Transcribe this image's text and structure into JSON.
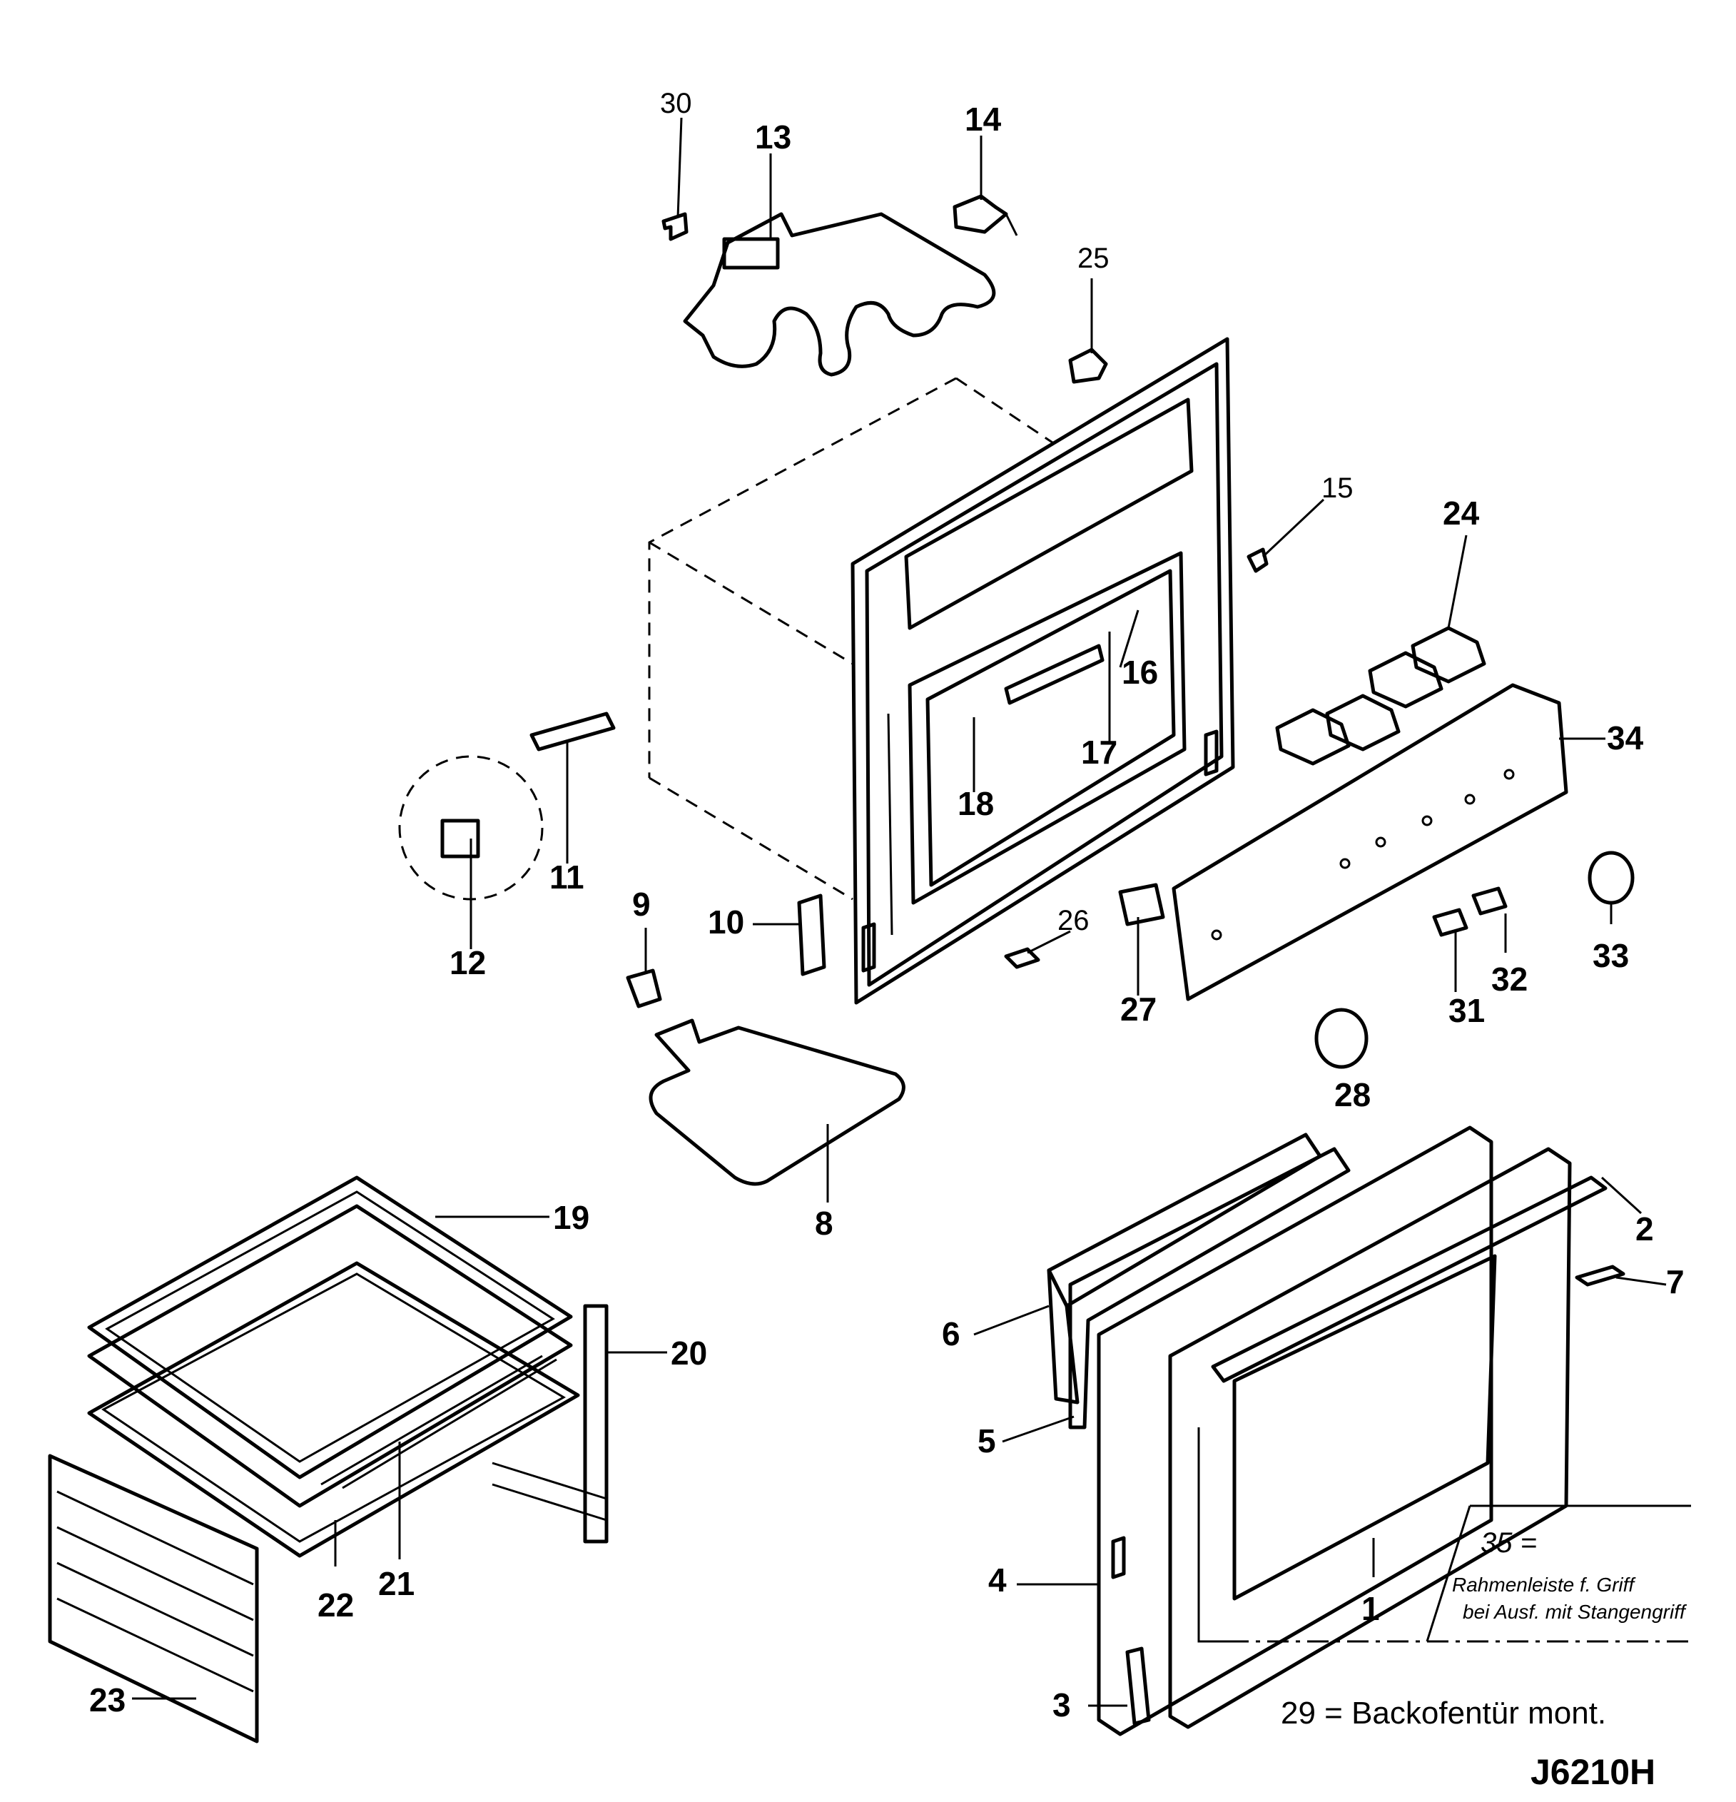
{
  "part_numbers": {
    "p1": "1",
    "p2": "2",
    "p3": "3",
    "p4": "4",
    "p5": "5",
    "p6": "6",
    "p7": "7",
    "p8": "8",
    "p9": "9",
    "p10": "10",
    "p11": "11",
    "p12": "12",
    "p13": "13",
    "p14": "14",
    "p15": "15",
    "p16": "16",
    "p17": "17",
    "p18": "18",
    "p19": "19",
    "p20": "20",
    "p21": "21",
    "p22": "22",
    "p23": "23",
    "p24": "24",
    "p25": "25",
    "p26": "26",
    "p27": "27",
    "p28": "28",
    "p30": "30",
    "p31": "31",
    "p32": "32",
    "p33": "33",
    "p34": "34"
  },
  "notes": {
    "n35_num": "35 =",
    "n35_line1": "Rahmenleiste f. Griff",
    "n35_line2": "bei Ausf. mit Stangengriff",
    "n29": "29 = Backofentür  mont."
  },
  "drawing_code": "J6210H"
}
